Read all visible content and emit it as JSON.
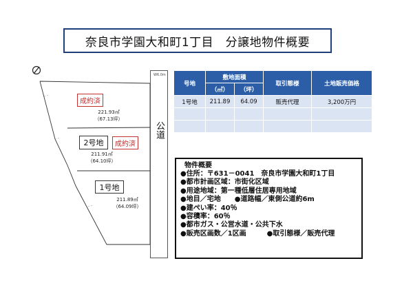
{
  "title": "奈良市学園大和町1丁目　分譲地物件概要",
  "plot": {
    "road_label": "公道",
    "road_width": "W6.0m",
    "lots": [
      {
        "status": "成約済",
        "area_m2": "221.93㎡",
        "area_tsubo": "（67.13坪）"
      },
      {
        "name": "2号地",
        "status": "成約済",
        "area_m2": "211.91㎡",
        "area_tsubo": "（64.10坪）"
      },
      {
        "name": "1号地",
        "area_m2": "211.89㎡",
        "area_tsubo": "（64.09坪）"
      }
    ]
  },
  "table": {
    "headers": {
      "lot": "号地",
      "area": "敷地面積",
      "unit_m2": "（㎡）",
      "unit_tsubo": "（坪）",
      "transaction": "取引態様",
      "price": "土地販売価格"
    },
    "rows": [
      {
        "lot": "1号地",
        "m2": "211.89",
        "tsubo": "64.09",
        "transaction": "販売代理",
        "price": "3,200万円"
      }
    ]
  },
  "overview": {
    "title": "物件概要",
    "lines": [
      "●住所：〒631－0041　奈良市学園大和町1丁目",
      "●都市計画区域：市街化区域",
      "●用途地域：第一種低層住居専用地域",
      "●地目／宅地　　●道路幅／東側公道約6m",
      "●建ぺい率：40％",
      "●容積率：60％",
      "●都市ガス・公営水道・公共下水",
      "●販売区画数／1区画　　　●取引態様／販売代理"
    ]
  }
}
